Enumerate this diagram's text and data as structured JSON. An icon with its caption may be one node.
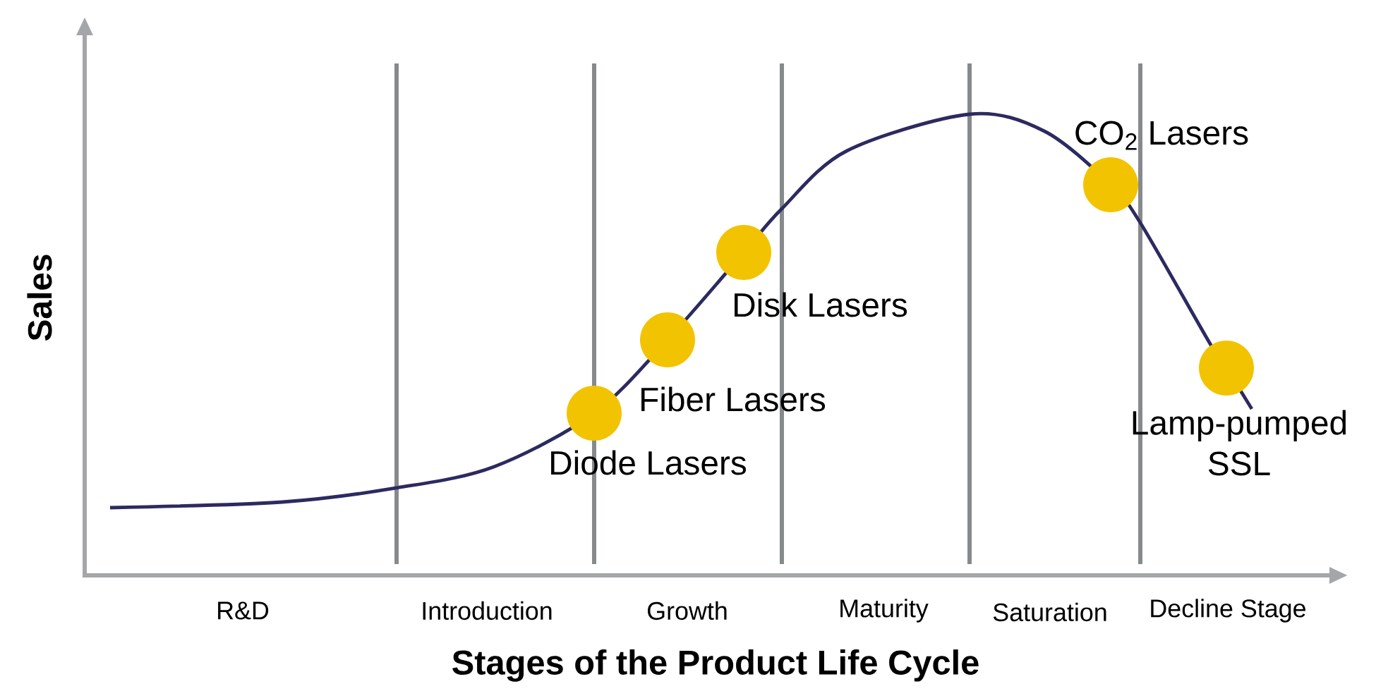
{
  "diagram": {
    "nodes": [
      {
        "text": [],
        "shape": "circle",
        "beside": [
          "Diode Lasers"
        ]
      },
      {
        "text": [],
        "shape": "circle",
        "beside": [
          "Fiber Lasers"
        ]
      },
      {
        "text": [],
        "shape": "circle",
        "beside": [
          "Disk Lasers"
        ]
      },
      {
        "text": [],
        "shape": "circle",
        "beside": [
          "CO$_{2}$ Lasers"
        ]
      },
      {
        "text": [],
        "shape": "circle",
        "beside": [
          "Lamp-pumped SSL"
        ]
      }
    ],
    "labels": [
      "Sales",
      "R&D",
      "Introduction",
      "Growth",
      "Maturity",
      "Saturation",
      "Decline Stage",
      "Stages of the Product Life Cycle"
    ]
  }
}
